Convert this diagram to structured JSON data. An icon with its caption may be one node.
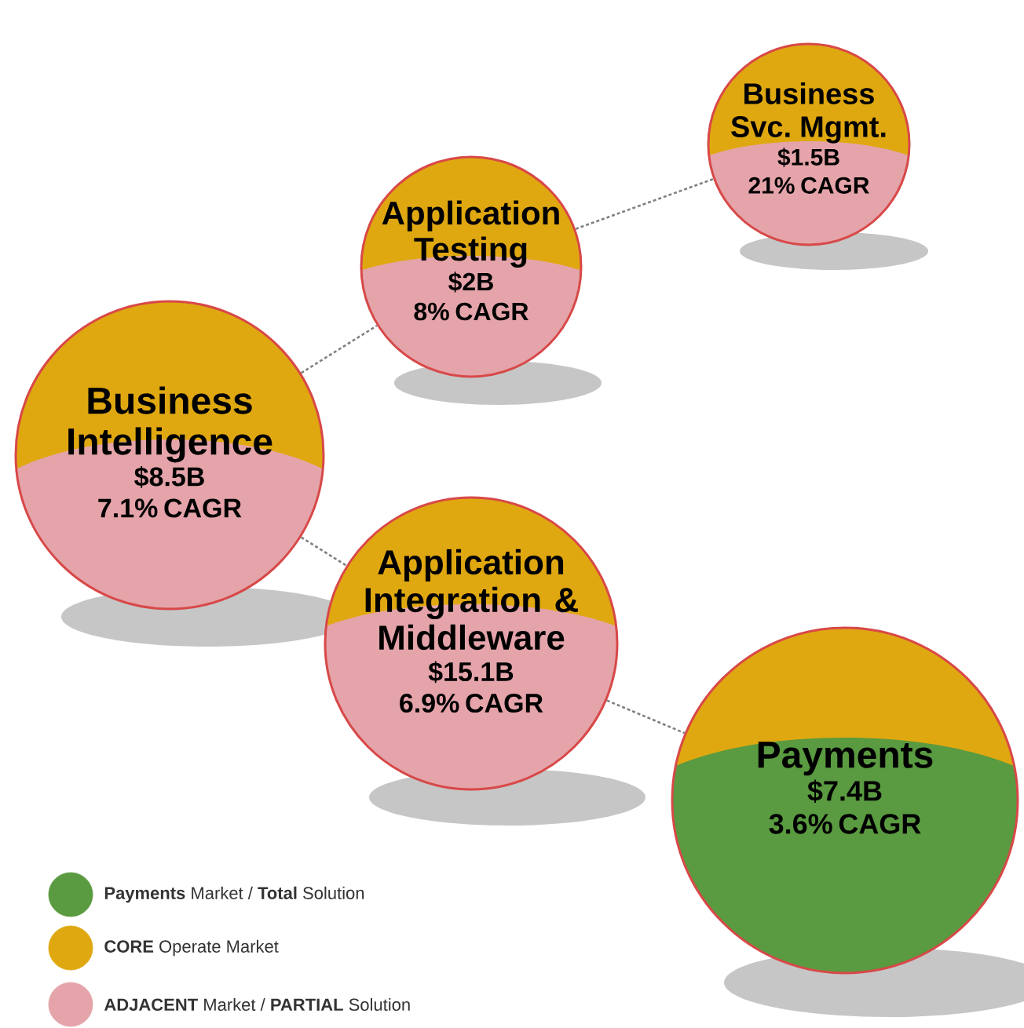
{
  "diagram": {
    "nodes": [
      {
        "text": [
          "Business Svc. Mgmt.",
          "$1.5B",
          "21% CAGR"
        ]
      },
      {
        "text": [
          "Application Testing",
          "$2B",
          "8% CAGR"
        ]
      },
      {
        "text": [
          "Business Intelligence",
          "$8.5B",
          "7.1% CAGR"
        ]
      },
      {
        "text": [
          "Application Integration & Middleware",
          "$15.1B",
          "6.9% CAGR"
        ]
      },
      {
        "text": [
          "Payments",
          "$7.4B",
          "3.6% CAGR"
        ]
      }
    ],
    "edges": [
      {
        "from": 2,
        "to": 1,
        "arrow": "none",
        "style": "dashed"
      },
      {
        "from": 1,
        "to": 0,
        "arrow": "none",
        "style": "dashed"
      },
      {
        "from": 2,
        "to": 3,
        "arrow": "none",
        "style": "dashed"
      },
      {
        "from": 3,
        "to": 4,
        "arrow": "none",
        "style": "dashed"
      }
    ],
    "legend": [
      {
        "text": "**Payments** Market / **Total** Solution",
        "color": "#5a9a40"
      },
      {
        "text": "**CORE** Operate Market",
        "color": "#e0a810"
      },
      {
        "text": "**ADJACENT** Market / **PARTIAL** Solution",
        "color": "#e4a4aa"
      }
    ]
  }
}
